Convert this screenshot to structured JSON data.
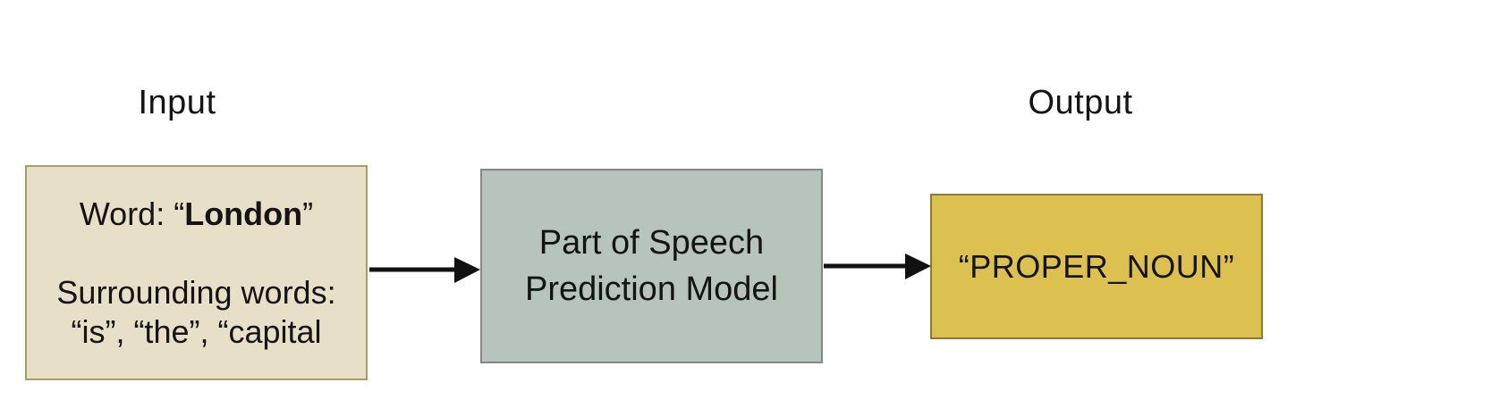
{
  "labels": {
    "input": "Input",
    "output": "Output"
  },
  "input_box": {
    "word_prefix": "Word: “",
    "word": "London",
    "word_suffix": "”",
    "surrounding_label": "Surrounding words:",
    "surrounding_words": "“is”, “the”, “capital"
  },
  "model_box": {
    "line1": "Part of Speech",
    "line2": "Prediction Model"
  },
  "output_box": {
    "text": "“PROPER_NOUN”"
  },
  "colors": {
    "input-fill": "#e7dfc8",
    "input-border": "#a89d66",
    "model-fill": "#b6c4bc",
    "model-border": "#7f8a84",
    "output-fill": "#dcc050",
    "output-border": "#8d7b33",
    "arrow": "#111111",
    "text": "#141414"
  }
}
